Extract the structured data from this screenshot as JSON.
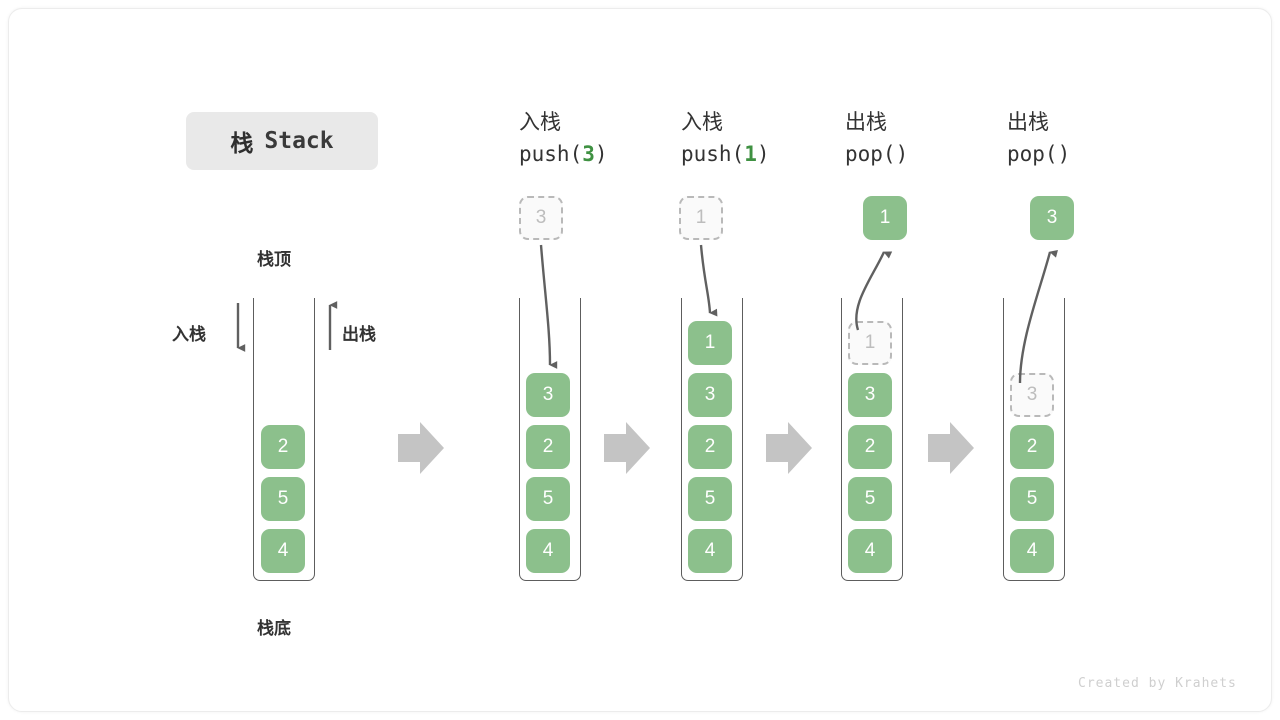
{
  "title": {
    "zh": "栈",
    "en": "Stack"
  },
  "labels": {
    "top": "栈顶",
    "bottom": "栈底",
    "push": "入栈",
    "pop": "出栈"
  },
  "watermark": "Created by Krahets",
  "colors": {
    "cell_fill": "#8cc08c",
    "cell_text": "#ffffff",
    "ghost_border": "#b9b9b9",
    "ghost_text": "#bdbdbd",
    "accent_green": "#3f9142",
    "arrow_gray": "#606060",
    "block_arrow": "#c4c4c4",
    "badge_bg": "#e9e9e9"
  },
  "columns": [
    {
      "id": "initial",
      "head_zh": "",
      "head_fn": "",
      "head_fn_num": "",
      "cells": [
        "2",
        "5",
        "4"
      ],
      "floating": null
    },
    {
      "id": "push-3",
      "head_zh": "入栈",
      "head_fn_pre": "push(",
      "head_fn_num": "3",
      "head_fn_post": ")",
      "cells": [
        "3",
        "2",
        "5",
        "4"
      ],
      "floating": {
        "value": "3",
        "state": "ghost"
      }
    },
    {
      "id": "push-1",
      "head_zh": "入栈",
      "head_fn_pre": "push(",
      "head_fn_num": "1",
      "head_fn_post": ")",
      "cells": [
        "1",
        "3",
        "2",
        "5",
        "4"
      ],
      "floating": {
        "value": "1",
        "state": "ghost"
      }
    },
    {
      "id": "pop-1",
      "head_zh": "出栈",
      "head_fn_pre": "pop(",
      "head_fn_num": "",
      "head_fn_post": ")",
      "cells": [
        "3",
        "2",
        "5",
        "4"
      ],
      "in_stack_ghost": "1",
      "floating": {
        "value": "1",
        "state": "solid"
      }
    },
    {
      "id": "pop-3",
      "head_zh": "出栈",
      "head_fn_pre": "pop(",
      "head_fn_num": "",
      "head_fn_post": ")",
      "cells": [
        "2",
        "5",
        "4"
      ],
      "in_stack_ghost": "3",
      "floating": {
        "value": "3",
        "state": "solid"
      }
    }
  ]
}
